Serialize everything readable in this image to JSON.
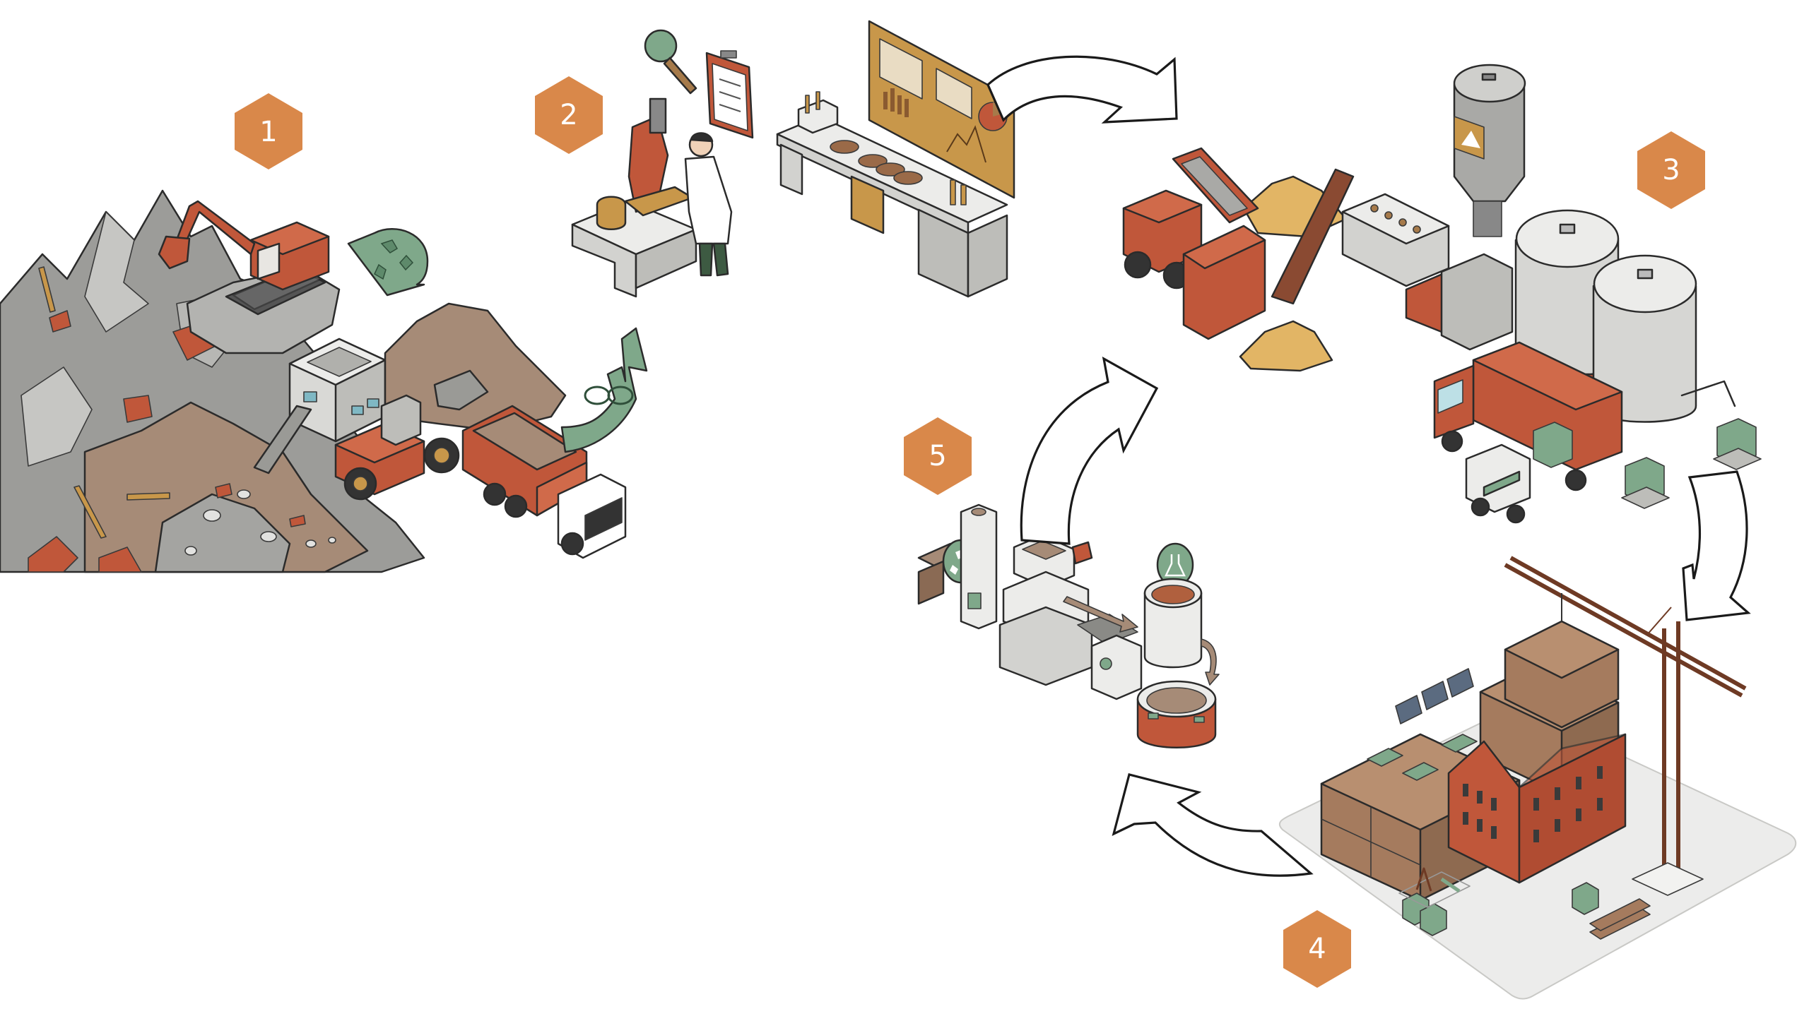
{
  "diagram": {
    "title": "",
    "type": "circular-process-cycle",
    "colors": {
      "marker": "#D9884A",
      "marker_text": "#FFFFFF",
      "accent_green": "#7FA88A",
      "brick": "#C0573A",
      "timber": "#A57B5E",
      "rubble_gray": "#A9A9A6",
      "soil": "#A68B77",
      "gold": "#C8974A",
      "outline": "#2B2B2B"
    },
    "steps": [
      {
        "number": "1",
        "scene": "Demolition site: rubble piles, excavator, crushing/sorting plant, wheel loader, dump truck",
        "icons": [
          "recycle-icon",
          "infinity-arrow-icon"
        ]
      },
      {
        "number": "2",
        "scene": "Laboratory: scientist at microscope, clipboard checklist, sample bench, data board with charts",
        "icons": [
          "magnifier-icon",
          "clipboard-icon"
        ]
      },
      {
        "number": "3",
        "scene": "Processing plant: loader feeding shredder, conveyor, screening, silos, truck and forklift with big bags",
        "icons": [
          "silo-label-icon"
        ]
      },
      {
        "number": "4",
        "scene": "Construction site: modular timber and brick buildings, rooftop solar and gardens, tower crane, workers, material bags",
        "icons": [
          "solar-panel-icon"
        ]
      },
      {
        "number": "5",
        "scene": "Material reprocessing machines: mixer, hopper, grinder, press",
        "icons": [
          "recycle-icon",
          "flask-icon"
        ]
      }
    ],
    "flow": [
      {
        "from": "2",
        "to": "3"
      },
      {
        "from": "3",
        "to": "4"
      },
      {
        "from": "4",
        "to": "5"
      },
      {
        "from": "5",
        "to": "3"
      }
    ]
  }
}
